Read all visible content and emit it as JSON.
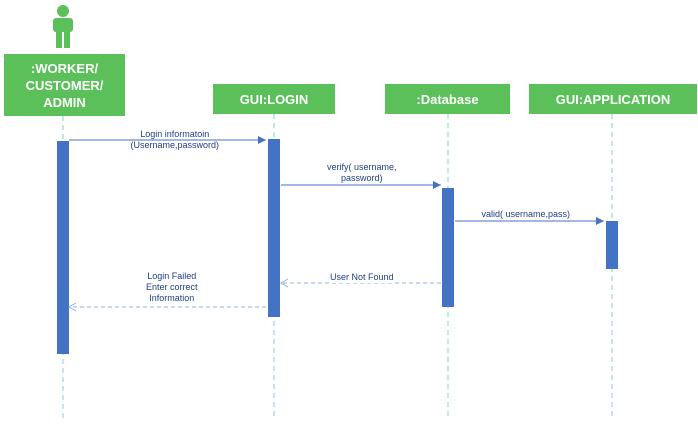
{
  "colors": {
    "header_fill": "#5bbf5a",
    "header_text": "#ffffff",
    "lifeline": "#7fd0d0",
    "activation": "#4472c4",
    "message_solid": "#4472c4",
    "message_return": "#8fb0e0",
    "label_text": "#1f3f7f"
  },
  "actor": {
    "icon": "person-icon",
    "color": "#5bbf5a"
  },
  "participants": [
    {
      "id": "actor",
      "lines": [
        ":WORKER/",
        "CUSTOMER/",
        "ADMIN"
      ]
    },
    {
      "id": "login",
      "lines": [
        "GUI:LOGIN"
      ]
    },
    {
      "id": "database",
      "lines": [
        ":Database"
      ]
    },
    {
      "id": "application",
      "lines": [
        "GUI:APPLICATION"
      ]
    }
  ],
  "messages": [
    {
      "id": "login-info",
      "kind": "call",
      "from": "actor",
      "to": "login",
      "lines": [
        "Login informatoin",
        "(Username,password)"
      ]
    },
    {
      "id": "verify",
      "kind": "call",
      "from": "login",
      "to": "database",
      "lines": [
        "verify( username,",
        "password)"
      ]
    },
    {
      "id": "valid",
      "kind": "call",
      "from": "database",
      "to": "application",
      "lines": [
        "valid( username,pass)"
      ]
    },
    {
      "id": "user-not-found",
      "kind": "return",
      "from": "database",
      "to": "login",
      "lines": [
        "User Not Found"
      ]
    },
    {
      "id": "login-failed",
      "kind": "return",
      "from": "login",
      "to": "actor",
      "lines": [
        "Login Failed",
        "Enter correct",
        "Information"
      ]
    }
  ]
}
